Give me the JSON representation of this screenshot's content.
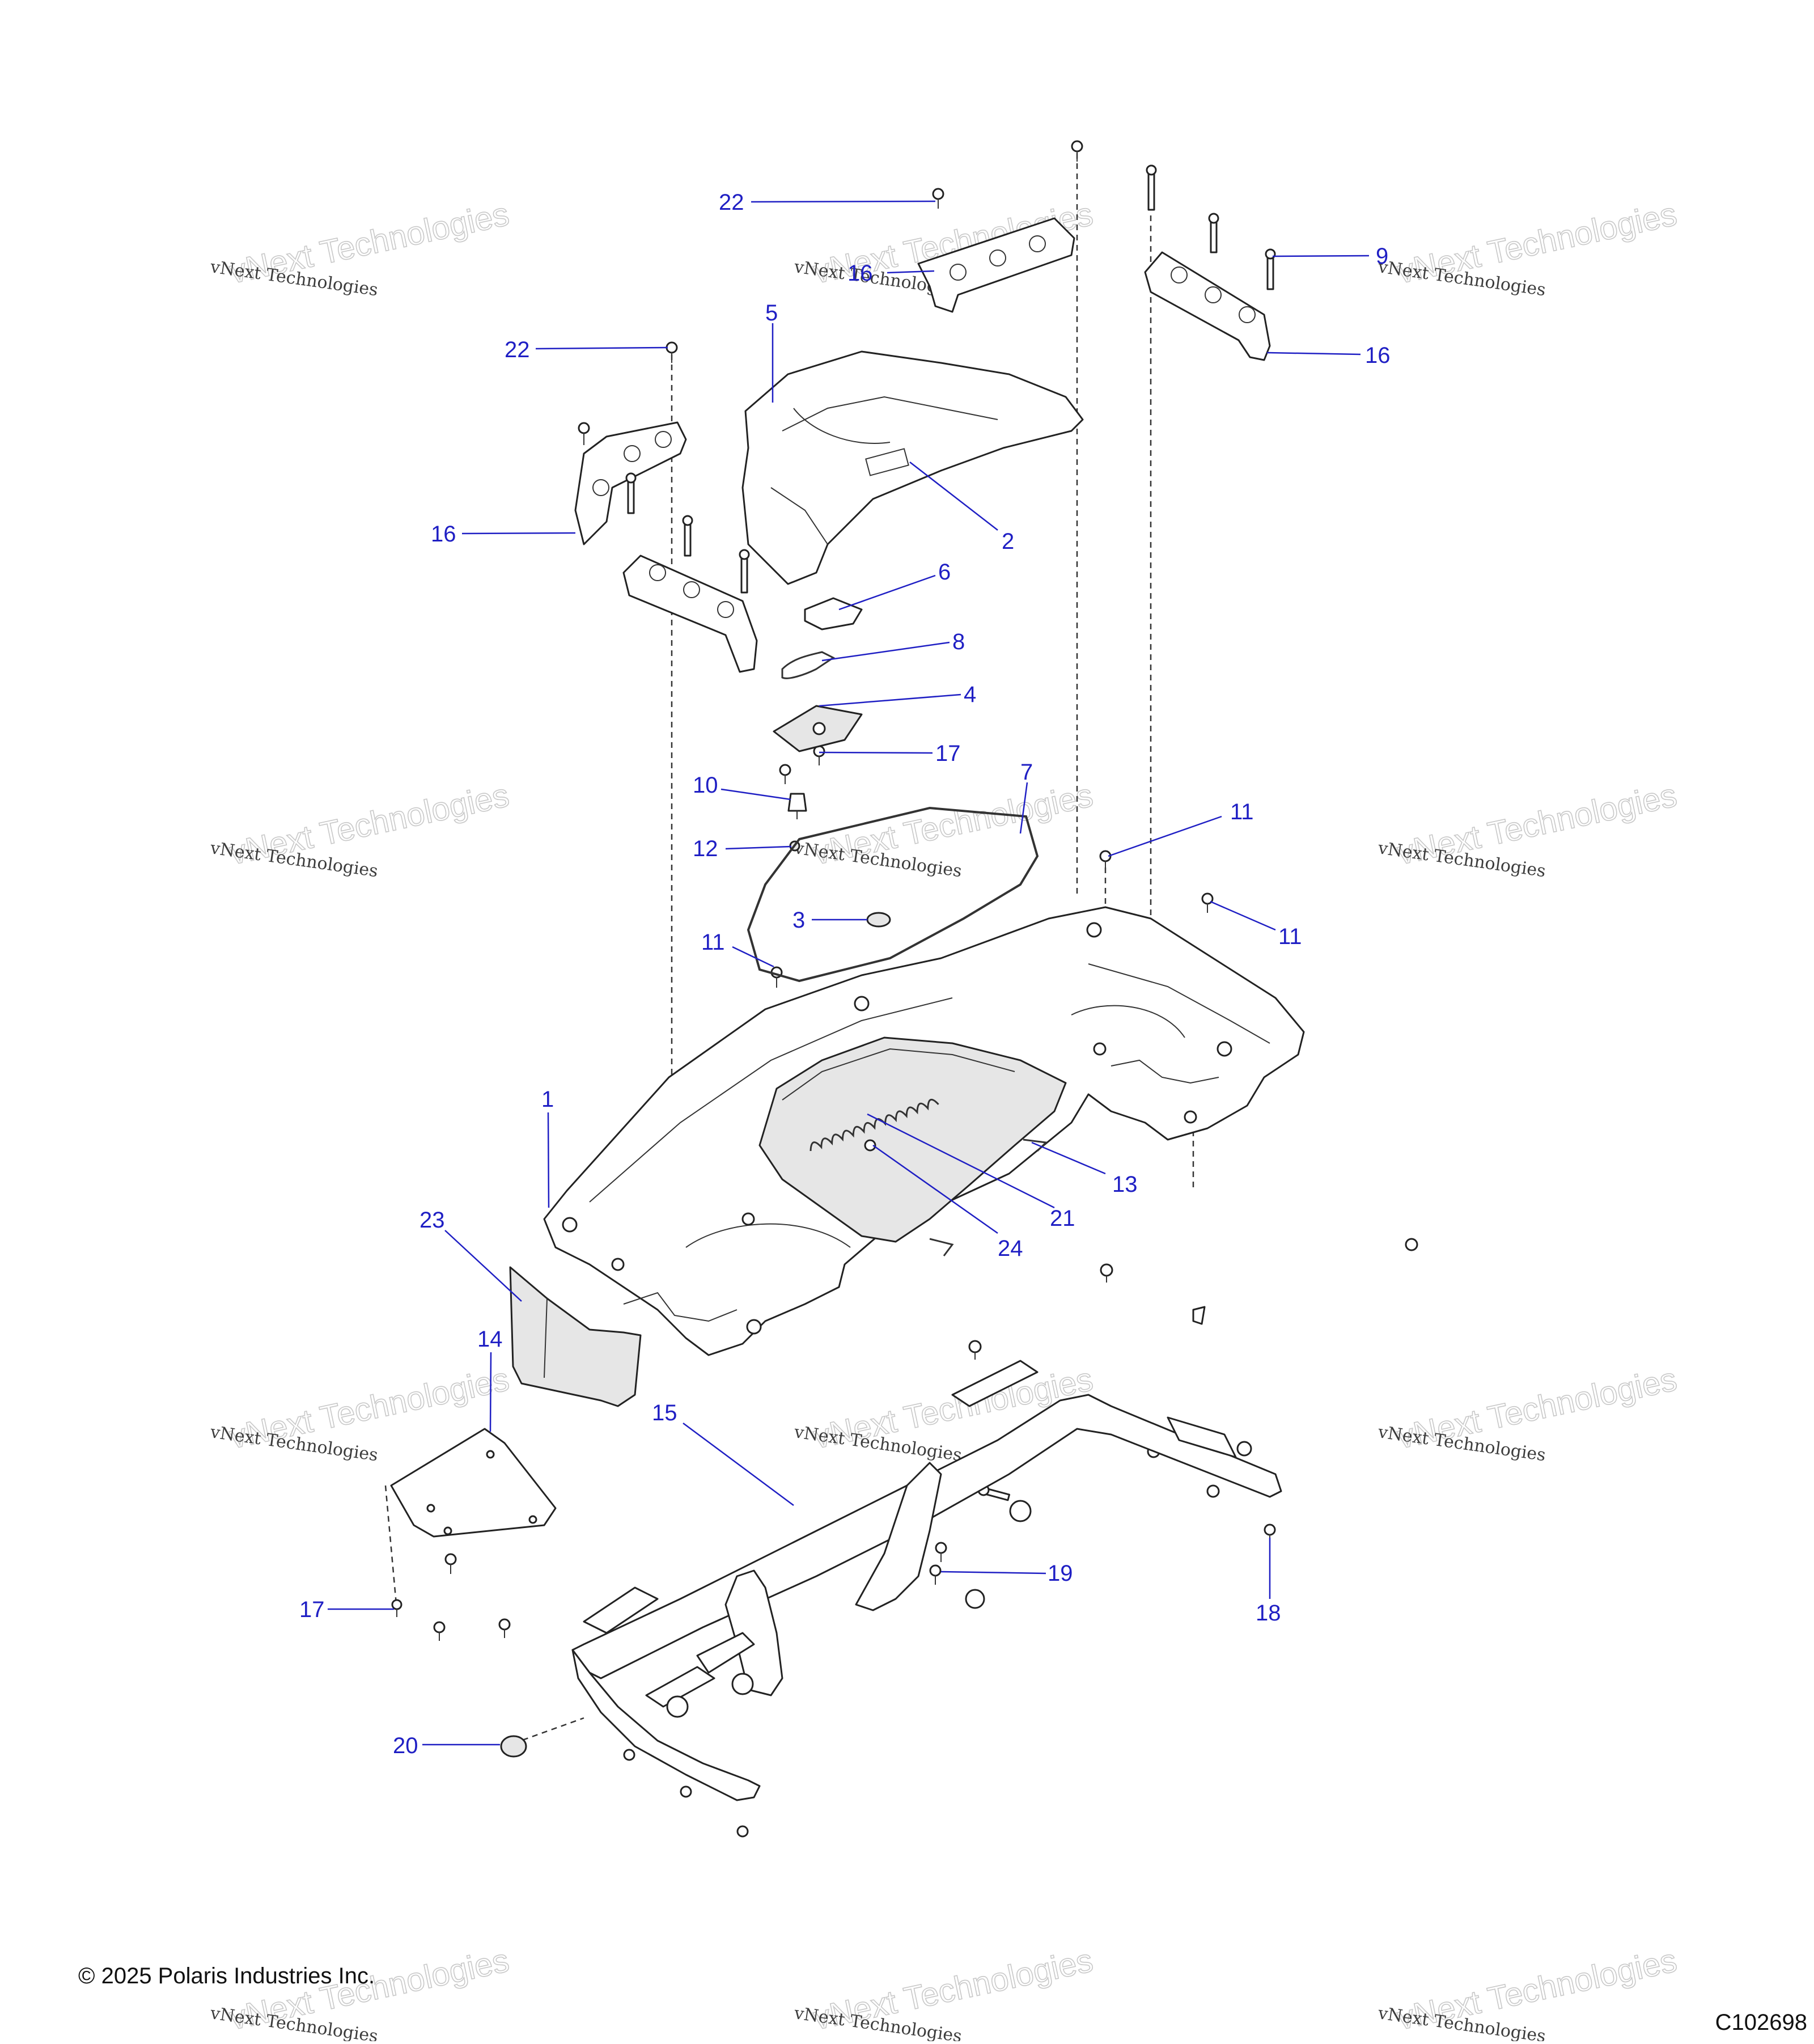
{
  "colors": {
    "callout": "#1f1fc4",
    "line": "#222222",
    "shade": "#e6e6e6"
  },
  "watermark": {
    "line1": "vNext Technologies",
    "line2": "vNext Technologies"
  },
  "footer": {
    "copyright": "© 2025 Polaris Industries Inc.",
    "diagram_id": "C102698"
  },
  "callouts": [
    {
      "label": "22"
    },
    {
      "label": "16"
    },
    {
      "label": "9"
    },
    {
      "label": "5"
    },
    {
      "label": "22"
    },
    {
      "label": "16"
    },
    {
      "label": "16"
    },
    {
      "label": "2"
    },
    {
      "label": "6"
    },
    {
      "label": "8"
    },
    {
      "label": "4"
    },
    {
      "label": "17"
    },
    {
      "label": "10"
    },
    {
      "label": "7"
    },
    {
      "label": "11"
    },
    {
      "label": "12"
    },
    {
      "label": "3"
    },
    {
      "label": "11"
    },
    {
      "label": "11"
    },
    {
      "label": "1"
    },
    {
      "label": "13"
    },
    {
      "label": "21"
    },
    {
      "label": "24"
    },
    {
      "label": "23"
    },
    {
      "label": "14"
    },
    {
      "label": "15"
    },
    {
      "label": "19"
    },
    {
      "label": "17"
    },
    {
      "label": "18"
    },
    {
      "label": "20"
    }
  ]
}
